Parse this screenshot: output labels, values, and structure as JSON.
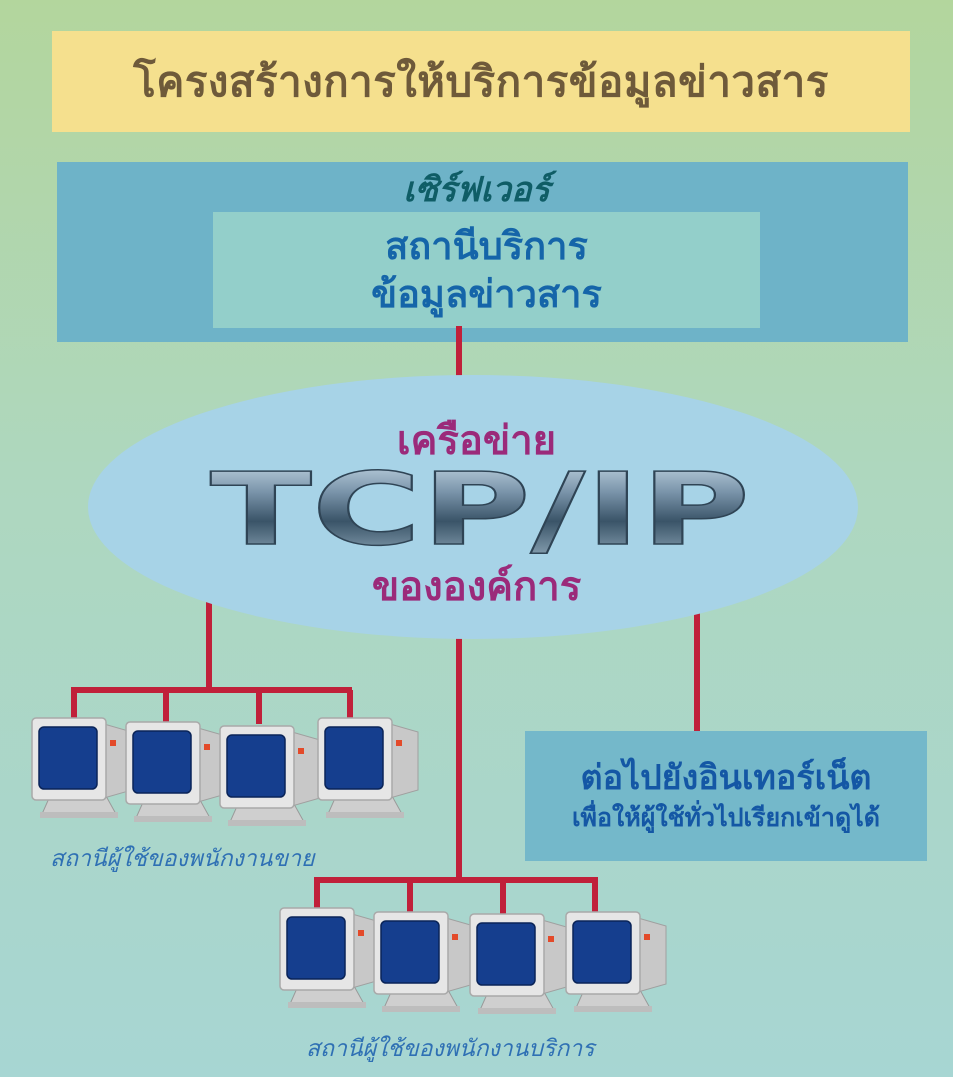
{
  "title": "โครงสร้างการให้บริการข้อมูลข่าวสาร",
  "server": {
    "label": "เซิร์ฟเวอร์",
    "station_line1": "สถานีบริการ",
    "station_line2": "ข้อมูลข่าวสาร"
  },
  "network": {
    "label_top": "เครือข่าย",
    "protocol": "TCP/IP",
    "label_bottom": "ขององค์การ"
  },
  "internet": {
    "main": "ต่อไปยังอินเทอร์เน็ต",
    "sub": "เพื่อให้ผู้ใช้ทั่วไปเรียกเข้าดูได้"
  },
  "workstations": {
    "sales_caption": "สถานีผู้ใช้ของพนักงานขาย",
    "service_caption": "สถานีผู้ใช้ของพนักงานบริการ"
  },
  "colors": {
    "connector": "#c0203a",
    "monitor_screen": "#153e8e",
    "monitor_body": "#e6e6e6"
  }
}
